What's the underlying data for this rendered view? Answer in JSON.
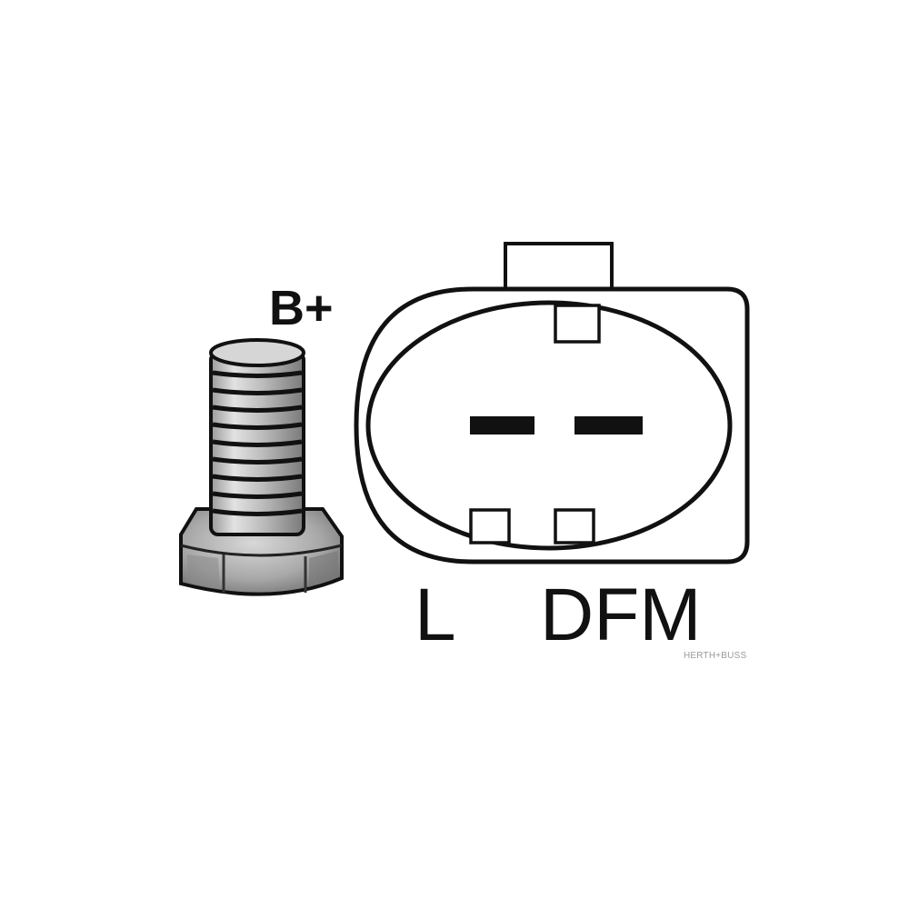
{
  "labels": {
    "terminal_b_plus": "B+",
    "terminal_l": "L",
    "terminal_dfm": "DFM"
  },
  "watermark": "HERTH+BUSS",
  "colors": {
    "ink": "#111111",
    "background": "#ffffff",
    "watermark": "#9a9a9a"
  }
}
